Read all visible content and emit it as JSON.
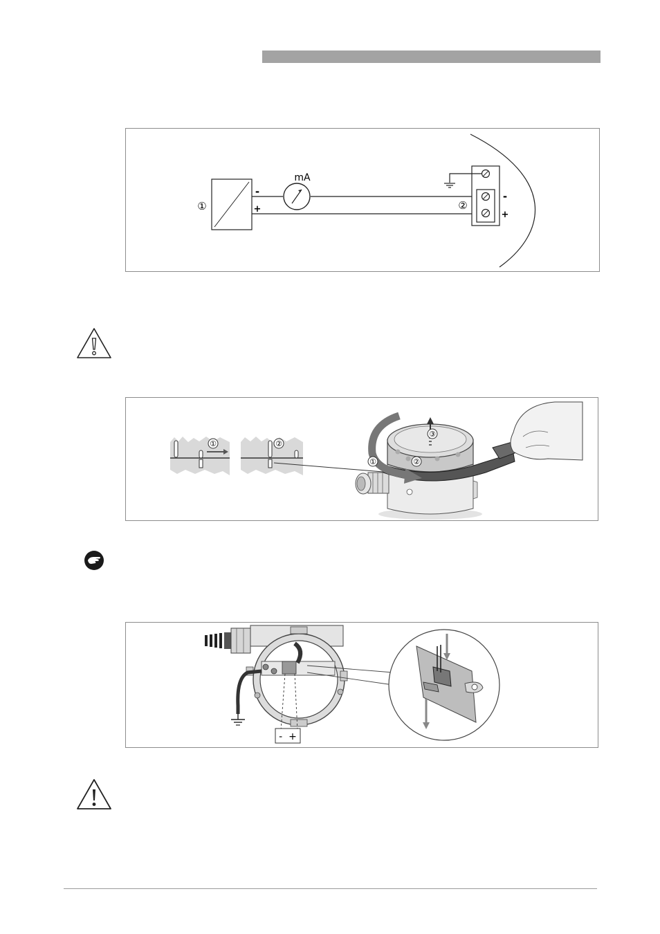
{
  "figure1": {
    "marker_1": "①",
    "marker_2": "②",
    "meter_unit": "mA",
    "minus": "-",
    "plus": "+",
    "terminal_minus": "-",
    "terminal_plus": "+"
  },
  "figure2": {
    "marker_1_inset": "①",
    "marker_2_inset": "②",
    "marker_1": "①",
    "marker_2": "②",
    "marker_3": "③"
  },
  "figure3": {
    "terminal_label": "-  +"
  },
  "icons": {
    "warning": "warning-triangle-icon",
    "hand": "hand-pointer-icon"
  }
}
